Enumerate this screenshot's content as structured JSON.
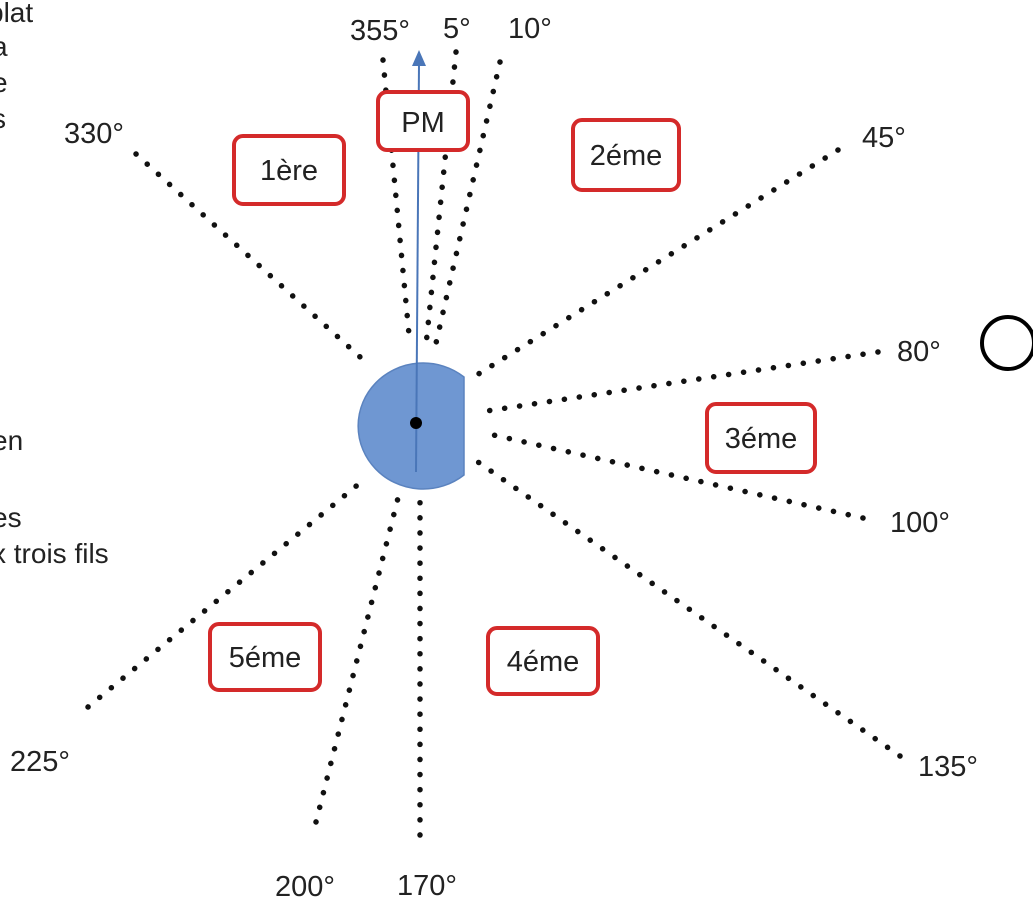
{
  "side_text": [
    "plat",
    "a",
    "e",
    "s",
    "en",
    "es",
    "x trois fils"
  ],
  "angle_labels": [
    "355°",
    "5°",
    "10°",
    "330°",
    "45°",
    "80°",
    "100°",
    "135°",
    "170°",
    "200°",
    "225°"
  ],
  "zones": [
    "PM",
    "1ère",
    "2éme",
    "3éme",
    "4éme",
    "5éme"
  ],
  "colors": {
    "zone_border": "#d42a2a",
    "center_fill": "#6f97d2",
    "arrow": "#4a76b8",
    "dots": "#111111",
    "text": "#222222"
  },
  "icons": {
    "arrow": "north-arrow-icon",
    "circle": "open-circle-icon"
  }
}
